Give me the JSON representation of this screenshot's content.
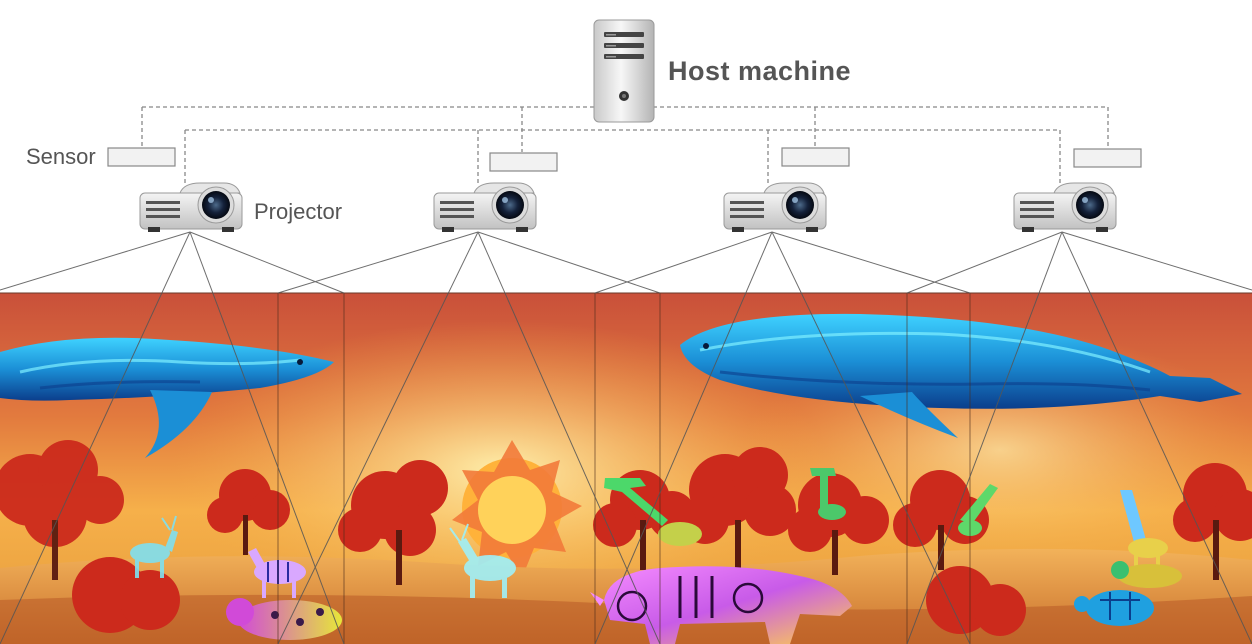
{
  "diagram": {
    "labels": {
      "host": "Host machine",
      "sensor": "Sensor",
      "projector": "Projector"
    },
    "nodes": [
      {
        "id": "host",
        "kind": "server"
      },
      {
        "id": "sensor-1",
        "kind": "sensor"
      },
      {
        "id": "sensor-2",
        "kind": "sensor"
      },
      {
        "id": "sensor-3",
        "kind": "sensor"
      },
      {
        "id": "sensor-4",
        "kind": "sensor"
      },
      {
        "id": "projector-1",
        "kind": "projector"
      },
      {
        "id": "projector-2",
        "kind": "projector"
      },
      {
        "id": "projector-3",
        "kind": "projector"
      },
      {
        "id": "projector-4",
        "kind": "projector"
      }
    ],
    "edges": [
      {
        "from": "host",
        "to": "sensor-1",
        "style": "dashed"
      },
      {
        "from": "host",
        "to": "sensor-2",
        "style": "dashed"
      },
      {
        "from": "host",
        "to": "sensor-3",
        "style": "dashed"
      },
      {
        "from": "host",
        "to": "sensor-4",
        "style": "dashed"
      },
      {
        "from": "host",
        "to": "projector-1",
        "style": "dashed"
      },
      {
        "from": "host",
        "to": "projector-2",
        "style": "dashed"
      },
      {
        "from": "host",
        "to": "projector-3",
        "style": "dashed"
      },
      {
        "from": "host",
        "to": "projector-4",
        "style": "dashed"
      }
    ],
    "scene": {
      "subjects": [
        "whale",
        "whale",
        "deer",
        "deer",
        "zebra",
        "rhinoceros",
        "giraffe",
        "giraffe",
        "giraffe",
        "leopard",
        "turtle",
        "sun",
        "red trees",
        "savanna grass"
      ]
    },
    "colors": {
      "label_text": "#555555",
      "connector": "#888888",
      "projection_line": "#555555",
      "sky_top": "#c9503a",
      "sky_glow": "#f6b04a",
      "ground": "#e49a3a",
      "whale": "#25b7ea",
      "tree": "#cc2a1c"
    }
  }
}
